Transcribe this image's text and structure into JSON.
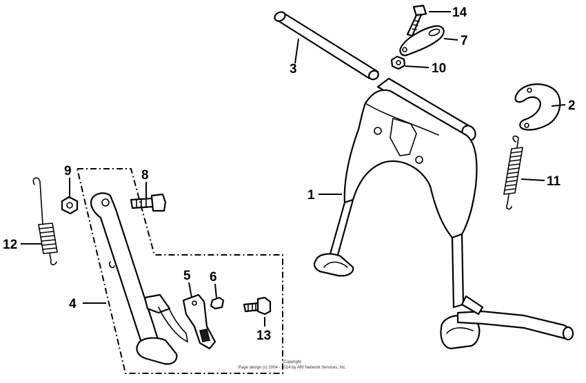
{
  "callouts": {
    "c1": "1",
    "c2": "2",
    "c3": "3",
    "c4": "4",
    "c5": "5",
    "c6": "6",
    "c7": "7",
    "c8": "8",
    "c9": "9",
    "c10": "10",
    "c11": "11",
    "c12": "12",
    "c13": "13",
    "c14": "14"
  },
  "footer": {
    "copyright": "Copyright",
    "notice": "Page design (c) 2004 - 2014 by ARI Network Services, Inc."
  }
}
